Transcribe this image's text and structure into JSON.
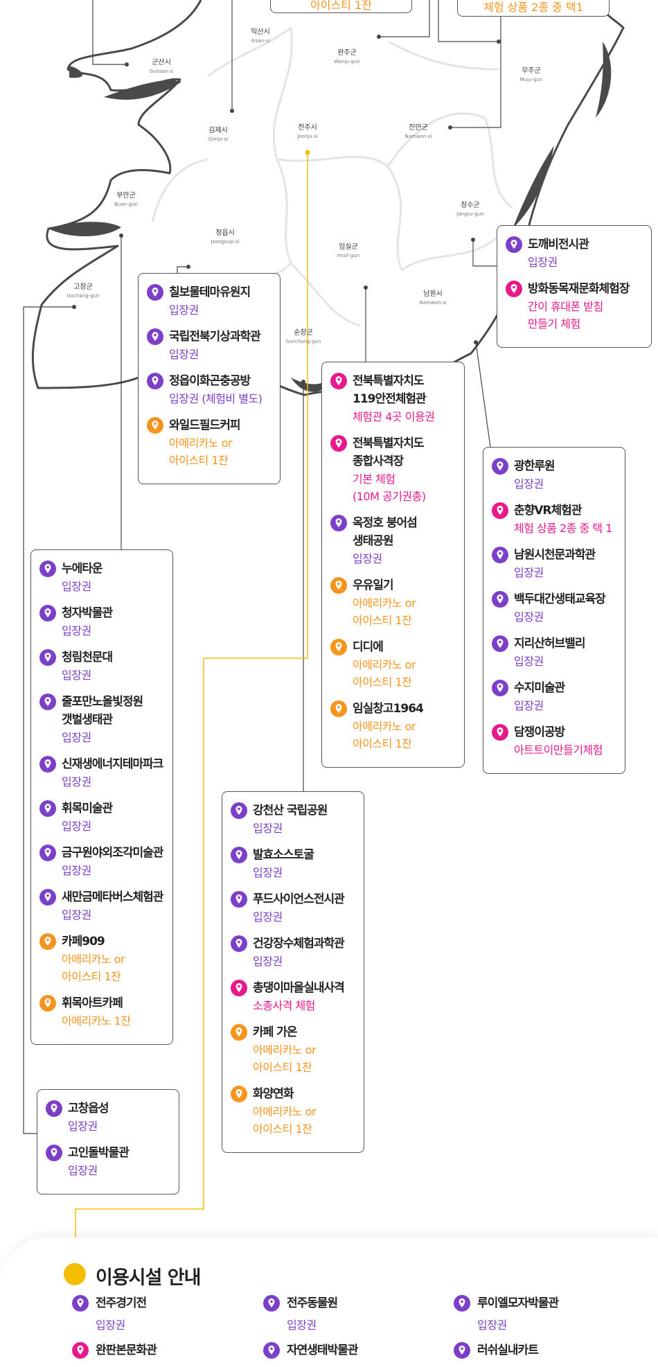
{
  "colors": {
    "purple": "#7b3fc9",
    "pink": "#e8198b",
    "orange": "#f7941d",
    "yellow": "#f5bd00"
  },
  "top_cut": [
    "아이스티 1잔",
    "체험 상품 2종 중 택1"
  ],
  "regions": [
    {
      "ko": "익산시",
      "en": "Iksan-si"
    },
    {
      "ko": "군산시",
      "en": "Gunsan-si"
    },
    {
      "ko": "완주군",
      "en": "Wanju-gun"
    },
    {
      "ko": "무주군",
      "en": "Muju-gun"
    },
    {
      "ko": "김제시",
      "en": "Gimje-si"
    },
    {
      "ko": "전주시",
      "en": "Jeonju-si"
    },
    {
      "ko": "진안군",
      "en": "Namwon-si"
    },
    {
      "ko": "부안군",
      "en": "Buan-gun"
    },
    {
      "ko": "장수군",
      "en": "Jangsu-gun"
    },
    {
      "ko": "정읍시",
      "en": "Jeongeup-si"
    },
    {
      "ko": "임실군",
      "en": "Imsil-gun"
    },
    {
      "ko": "고창군",
      "en": "Gochang-gun"
    },
    {
      "ko": "순창군",
      "en": "Sunchang-gun"
    },
    {
      "ko": "남원시",
      "en": "Namwon-si"
    }
  ],
  "boxes": [
    {
      "id": "jangsu",
      "items": [
        {
          "name": "도깨비전시관",
          "desc": "입장권",
          "type": "purple"
        },
        {
          "name": "방화동목재문화체험장",
          "desc": "간이 휴대폰 받침\n만들기 체험",
          "type": "pink"
        }
      ]
    },
    {
      "id": "jeongeup",
      "items": [
        {
          "name": "칠보물테마유원지",
          "desc": "입장권",
          "type": "purple"
        },
        {
          "name": "국립전북기상과학관",
          "desc": "입장권",
          "type": "purple"
        },
        {
          "name": "정읍이화곤충공방",
          "desc": "입장권 (체험비 별도)",
          "type": "purple"
        },
        {
          "name": "와일드필드커피",
          "desc": "아메리카노 or\n아이스티 1잔",
          "type": "orange"
        }
      ]
    },
    {
      "id": "imsil",
      "items": [
        {
          "name": "전북특별자치도\n119안전체험관",
          "desc": "체험관 4곳 이용권",
          "type": "pink"
        },
        {
          "name": "전북특별자치도\n종합사격장",
          "desc": "기본 체험\n(10M 공기권총)",
          "type": "pink"
        },
        {
          "name": "옥정호 붕어섬\n생태공원",
          "desc": "입장권",
          "type": "purple"
        },
        {
          "name": "우유일기",
          "desc": "아메리카노 or\n아이스티 1잔",
          "type": "orange"
        },
        {
          "name": "디디에",
          "desc": "아메리카노 or\n아이스티 1잔",
          "type": "orange"
        },
        {
          "name": "임실창고1964",
          "desc": "아메리카노 or\n아이스티 1잔",
          "type": "orange"
        }
      ]
    },
    {
      "id": "namwon",
      "items": [
        {
          "name": "광한루원",
          "desc": "입장권",
          "type": "purple"
        },
        {
          "name": "춘향VR체험관",
          "desc": "체험 상품 2종 중 택 1",
          "type": "pink"
        },
        {
          "name": "남원시천문과학관",
          "desc": "입장권",
          "type": "purple"
        },
        {
          "name": "백두대간생태교육장",
          "desc": "입장권",
          "type": "purple"
        },
        {
          "name": "지리산허브밸리",
          "desc": "입장권",
          "type": "purple"
        },
        {
          "name": "수지미술관",
          "desc": "입장권",
          "type": "purple"
        },
        {
          "name": "담쟁이공방",
          "desc": "아트트이만들기체험",
          "type": "pink"
        }
      ]
    },
    {
      "id": "buan",
      "items": [
        {
          "name": "누에타운",
          "desc": "입장권",
          "type": "purple"
        },
        {
          "name": "청자박물관",
          "desc": "입장권",
          "type": "purple"
        },
        {
          "name": "청림천문대",
          "desc": "입장권",
          "type": "purple"
        },
        {
          "name": "줄포만노을빛정원\n갯벌생태관",
          "desc": "입장권",
          "type": "purple"
        },
        {
          "name": "신재생에너지테마파크",
          "desc": "입장권",
          "type": "purple"
        },
        {
          "name": "휘목미술관",
          "desc": "입장권",
          "type": "purple"
        },
        {
          "name": "금구원야외조각미술관",
          "desc": "입장권",
          "type": "purple"
        },
        {
          "name": "새만금메타버스체험관",
          "desc": "입장권",
          "type": "purple"
        },
        {
          "name": "카페909",
          "desc": "아메리카노 or\n아이스티 1잔",
          "type": "orange"
        },
        {
          "name": "휘목아트카페",
          "desc": "아메리카노 1잔",
          "type": "orange"
        }
      ]
    },
    {
      "id": "gochang",
      "items": [
        {
          "name": "고창읍성",
          "desc": "입장권",
          "type": "purple"
        },
        {
          "name": "고인돌박물관",
          "desc": "입장권",
          "type": "purple"
        }
      ]
    },
    {
      "id": "sunchang",
      "items": [
        {
          "name": "강천산 국립공원",
          "desc": "입장권",
          "type": "purple"
        },
        {
          "name": "발효소스토굴",
          "desc": "입장권",
          "type": "purple"
        },
        {
          "name": "푸드사이언스전시관",
          "desc": "입장권",
          "type": "purple"
        },
        {
          "name": "건강장수체험과학관",
          "desc": "입장권",
          "type": "purple"
        },
        {
          "name": "총댕이마을실내사격",
          "desc": "소총사격 체험",
          "type": "pink"
        },
        {
          "name": "카페 가온",
          "desc": "아메리카노 or\n아이스티 1잔",
          "type": "orange"
        },
        {
          "name": "화양연화",
          "desc": "아메리카노 or\n아이스티 1잔",
          "type": "orange"
        }
      ]
    }
  ],
  "facilities": {
    "title": "이용시설 안내",
    "items": [
      {
        "name": "전주경기전",
        "desc": "입장권",
        "type": "purple"
      },
      {
        "name": "전주동물원",
        "desc": "입장권",
        "type": "purple"
      },
      {
        "name": "루이엘모자박물관",
        "desc": "입장권",
        "type": "purple"
      },
      {
        "name": "완판본문화관",
        "desc": "",
        "type": "pink"
      },
      {
        "name": "자연생태박물관",
        "desc": "",
        "type": "purple"
      },
      {
        "name": "러쉬실내카트",
        "desc": "",
        "type": "purple"
      }
    ]
  }
}
